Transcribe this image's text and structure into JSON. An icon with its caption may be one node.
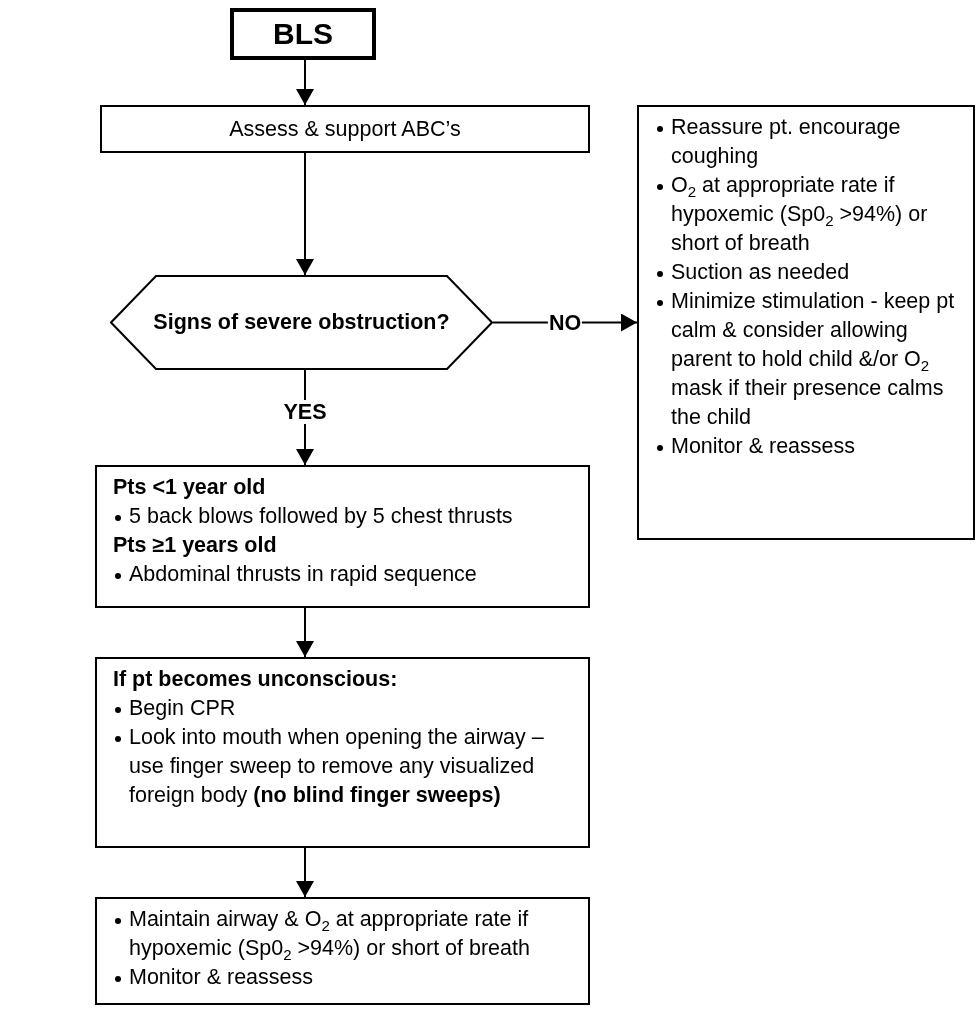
{
  "diagram": {
    "nodes": [
      {
        "text": [
          "BLS"
        ]
      },
      {
        "text": [
          "Assess & support ABC’s"
        ]
      },
      {
        "text": [
          "Signs of severe obstruction?"
        ]
      },
      {
        "text": [
          "Reassure pt. encourage coughing",
          "O$_{2}$ at appropriate rate if hypoxemic (Sp0$_{2}$ >94%) or short of breath",
          "Suction as needed",
          "Minimize stimulation - keep pt calm & consider allowing parent to hold child &/or O$_{2}$ mask if their presence calms the child",
          "Monitor & reassess"
        ]
      },
      {
        "text": [
          "Pts <1 year old",
          "5 back blows followed by 5 chest thrusts",
          "Pts ≥1 years old",
          "Abdominal thrusts in rapid sequence"
        ]
      },
      {
        "text": [
          "If pt becomes unconscious:",
          "Begin CPR",
          "Look into mouth when opening the airway – use finger sweep to remove any visualized foreign body **(no blind finger sweeps)**"
        ]
      },
      {
        "text": [
          "Maintain airway & O$_{2}$ at appropriate rate if hypoxemic (Sp0$_{2}$ >94%) or short of breath",
          "Monitor & reassess"
        ]
      }
    ],
    "edges": [
      {
        "from": 0,
        "to": 1,
        "arrow": "to"
      },
      {
        "from": 1,
        "to": 2,
        "arrow": "to"
      },
      {
        "from": 2,
        "to": 3,
        "arrow": "to",
        "label": "NO"
      },
      {
        "from": 2,
        "to": 4,
        "arrow": "to",
        "label": "YES"
      },
      {
        "from": 4,
        "to": 5,
        "arrow": "to"
      },
      {
        "from": 5,
        "to": 6,
        "arrow": "to"
      }
    ]
  }
}
